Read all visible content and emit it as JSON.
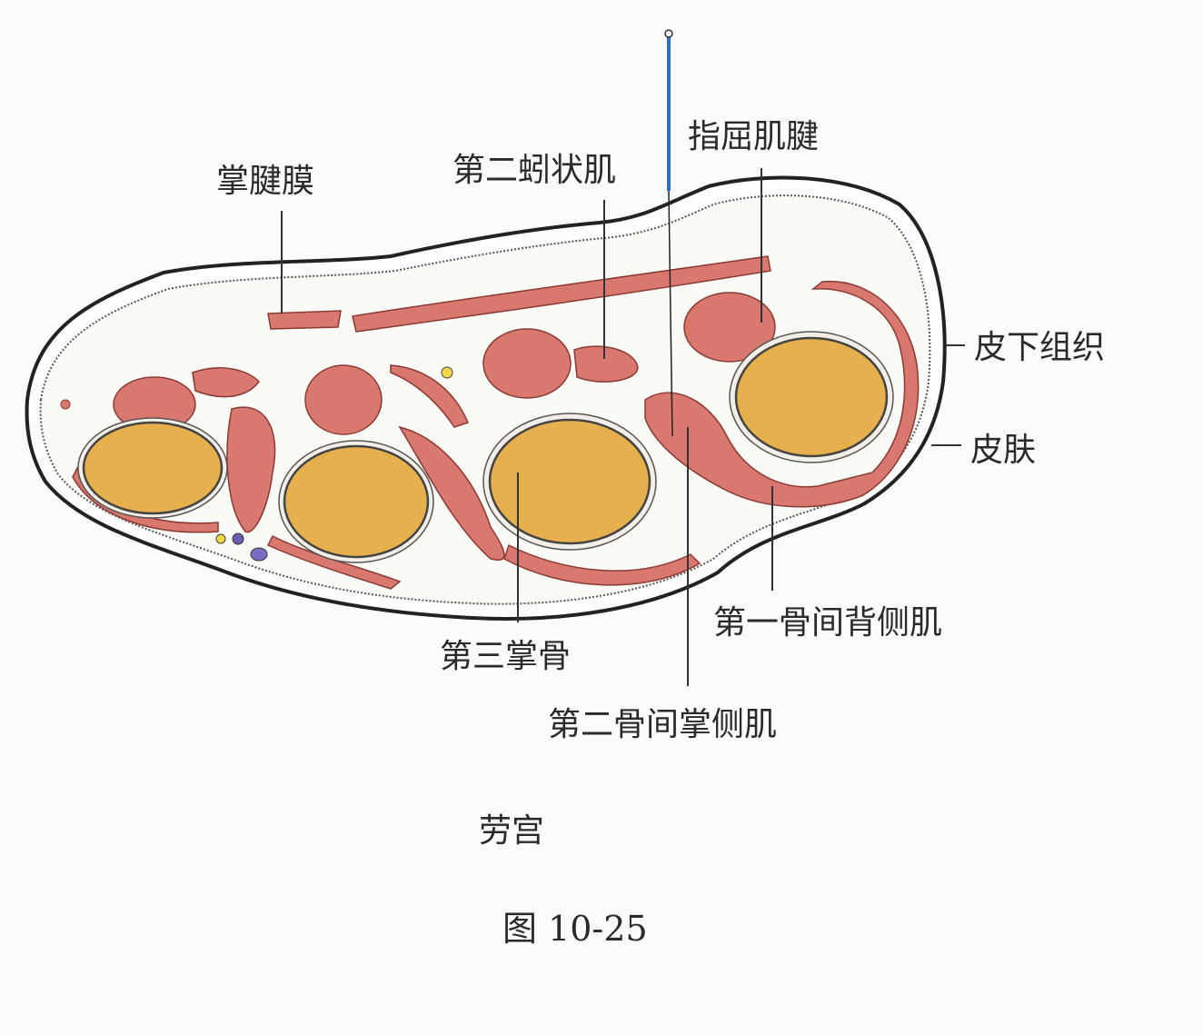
{
  "labels": {
    "palmar_aponeurosis": "掌腱膜",
    "second_lumbrical": "第二蚓状肌",
    "flexor_tendons": "指屈肌腱",
    "subcutaneous_tissue": "皮下组织",
    "skin": "皮肤",
    "first_dorsal_interosseous": "第一骨间背侧肌",
    "third_metacarpal": "第三掌骨",
    "second_palmar_interosseous": "第二骨间掌侧肌"
  },
  "acupoint": "劳宫",
  "figure_caption": "图 10-25",
  "colors": {
    "muscle": "#d9786f",
    "bone": "#e6b04c",
    "needle": "#2f6fc0"
  }
}
